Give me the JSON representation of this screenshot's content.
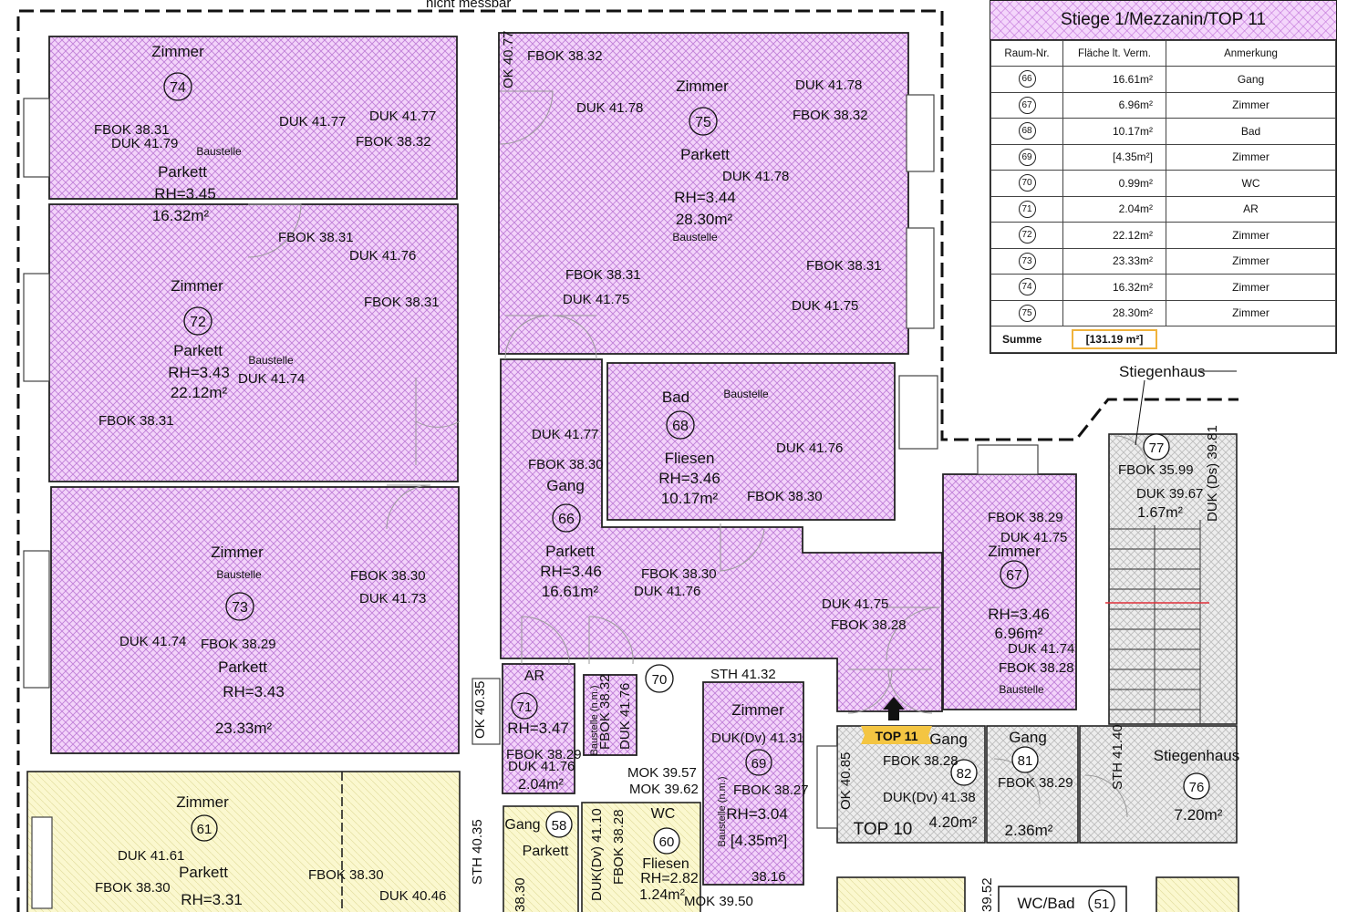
{
  "header_note": "nicht messbar",
  "legend": {
    "title": "Stiege  1/Mezzanin/TOP  11",
    "columns": [
      "Raum-Nr.",
      "Fläche lt. Verm.",
      "Anmerkung"
    ],
    "rows": [
      {
        "nr": "66",
        "area": "16.61m²",
        "note": "Gang"
      },
      {
        "nr": "67",
        "area": "6.96m²",
        "note": "Zimmer"
      },
      {
        "nr": "68",
        "area": "10.17m²",
        "note": "Bad"
      },
      {
        "nr": "69",
        "area": "[4.35m²]",
        "note": "Zimmer"
      },
      {
        "nr": "70",
        "area": "0.99m²",
        "note": "WC"
      },
      {
        "nr": "71",
        "area": "2.04m²",
        "note": "AR"
      },
      {
        "nr": "72",
        "area": "22.12m²",
        "note": "Zimmer"
      },
      {
        "nr": "73",
        "area": "23.33m²",
        "note": "Zimmer"
      },
      {
        "nr": "74",
        "area": "16.32m²",
        "note": "Zimmer"
      },
      {
        "nr": "75",
        "area": "28.30m²",
        "note": "Zimmer"
      }
    ],
    "sum_label": "Summe",
    "sum_value": "[131.19 m²]"
  },
  "rooms": {
    "r74": {
      "name": "Zimmer",
      "num": "74",
      "floor": "Parkett",
      "rh": "RH=3.45",
      "area": "16.32m²",
      "tag": "Baustelle"
    },
    "r75": {
      "name": "Zimmer",
      "num": "75",
      "floor": "Parkett",
      "rh": "RH=3.44",
      "area": "28.30m²",
      "tag": "Baustelle"
    },
    "r72": {
      "name": "Zimmer",
      "num": "72",
      "floor": "Parkett",
      "rh": "RH=3.43",
      "area": "22.12m²",
      "tag": "Baustelle"
    },
    "r68": {
      "name": "Bad",
      "num": "68",
      "floor": "Fliesen",
      "rh": "RH=3.46",
      "area": "10.17m²",
      "tag": "Baustelle"
    },
    "r66": {
      "name": "Gang",
      "num": "66",
      "floor": "Parkett",
      "rh": "RH=3.46",
      "area": "16.61m²"
    },
    "r73": {
      "name": "Zimmer",
      "num": "73",
      "floor": "Parkett",
      "rh": "RH=3.43",
      "area": "23.33m²",
      "tag": "Baustelle"
    },
    "r67": {
      "name": "Zimmer",
      "num": "67",
      "rh": "RH=3.46",
      "area": "6.96m²",
      "tag": "Baustelle"
    },
    "r77": {
      "num": "77",
      "area": "1.67m²"
    },
    "r71": {
      "name": "AR",
      "num": "71",
      "rh": "RH=3.47",
      "area": "2.04m²"
    },
    "r70": {
      "num": "70",
      "tag": "Baustelle (n.m.)"
    },
    "r69": {
      "name": "Zimmer",
      "num": "69",
      "rh": "RH=3.04",
      "area": "[4.35m²]",
      "tag": "Baustelle (n.m.)"
    },
    "r82": {
      "name": "Gang",
      "num": "82",
      "area": "4.20m²",
      "top": "TOP  10"
    },
    "r81": {
      "name": "Gang",
      "num": "81",
      "area": "2.36m²"
    },
    "r76": {
      "name": "Stiegenhaus",
      "num": "76",
      "area": "7.20m²"
    },
    "r61": {
      "name": "Zimmer",
      "num": "61",
      "floor": "Parkett",
      "rh": "RH=3.31"
    },
    "r58": {
      "name": "Gang",
      "num": "58",
      "floor": "Parkett"
    },
    "r60": {
      "name": "WC",
      "num": "60",
      "floor": "Fliesen",
      "rh": "RH=2.82",
      "area": "1.24m²"
    },
    "r51": {
      "name": "WC/Bad",
      "num": "51"
    }
  },
  "stiegenhaus_label": "Stiegenhaus",
  "top11_label": "TOP 11",
  "levels": {
    "l1": "FBOK  38.32",
    "l2": "DUK  41.78",
    "l3": "DUK  41.78",
    "l4": "FBOK  38.32",
    "l5": "FBOK  38.31",
    "l6": "DUK  41.79",
    "l7": "DUK  41.77",
    "l8": "DUK  41.77",
    "l9": "FBOK  38.32",
    "l10": "DUK  41.78",
    "l11": "FBOK  38.31",
    "l12": "DUK  41.76",
    "l13": "FBOK  38.31",
    "l14": "FBOK  38.31",
    "l15": "DUK  41.75",
    "l16": "FBOK  38.31",
    "l17": "DUK  41.75",
    "l18": "DUK  41.74",
    "l19": "FBOK  38.31",
    "l20": "DUK  41.77",
    "l21": "FBOK  38.30",
    "l22": "DUK  41.76",
    "l23": "FBOK  38.30",
    "l24": "FBOK  38.30",
    "l25": "DUK  41.76",
    "l26": "FBOK  38.30",
    "l27": "DUK  41.73",
    "l28": "DUK  41.74",
    "l29": "FBOK  38.29",
    "l30": "DUK  41.75",
    "l31": "FBOK  38.28",
    "l32": "FBOK  38.29",
    "l33": "DUK  41.75",
    "l34": "DUK  41.74",
    "l35": "FBOK  38.28",
    "l36": "FBOK  35.99",
    "l37": "DUK  39.67",
    "l38": "STH  41.32",
    "l39": "DUK(Dv)  41.31",
    "l40": "FBOK  38.27",
    "l41": "OK  40.35",
    "l42": "FBOK  38.29",
    "l43": "DUK  41.76",
    "l44": "FBOK  38.32",
    "l45": "DUK  41.76",
    "l46": "MOK  39.57",
    "l47": "MOK  39.62",
    "l48": "FBOK  38.28",
    "l49": "DUK(Dv)  41.38",
    "l50": "FBOK  38.29",
    "l51": "OK  40.85",
    "l52": "STH  41.40",
    "l53": "DUK  41.61",
    "l54": "FBOK  38.30",
    "l55": "FBOK  38.30",
    "l56": "DUK  40.46",
    "l57": "STH  40.35",
    "l58": "DUK(Dv)  41.10",
    "l59": "FBOK  38.28",
    "l60": "MOK  39.50",
    "l61": "38.16",
    "l62": "OK  40.77",
    "l63": "DUK  (Ds)  39.81",
    "l64": "38.30",
    "l65": "39.52"
  }
}
